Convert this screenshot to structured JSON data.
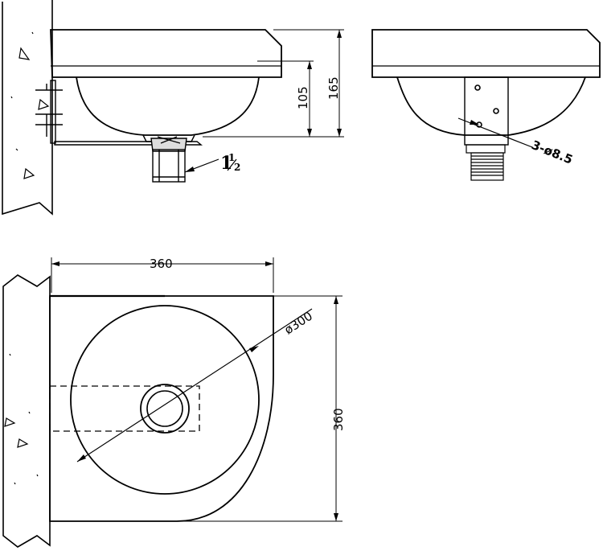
{
  "drawing": {
    "side_view": {
      "dim_overall_height": "165",
      "dim_bowl_height": "105",
      "drain_label_whole": "1",
      "drain_label_num": "1",
      "drain_label_den": "2"
    },
    "front_view": {
      "hole_label": "3-ø8.5"
    },
    "top_view": {
      "dim_width": "360",
      "dim_depth": "360",
      "dim_bowl_diameter": "ø300"
    }
  }
}
